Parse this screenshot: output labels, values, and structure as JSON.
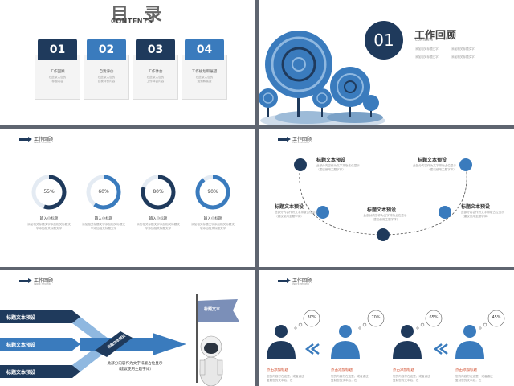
{
  "slide1": {
    "title": "目 录",
    "subtitle": "CONTENTS",
    "items": [
      {
        "num": "01",
        "label": "工作回顾",
        "desc": "在此录入您的\n标题内容",
        "color": "#1f3a5c"
      },
      {
        "num": "02",
        "label": "自我评价",
        "desc": "在此录入您的\n自我评价内容",
        "color": "#3a7bbd"
      },
      {
        "num": "03",
        "label": "工作体会",
        "desc": "在此录入您的\n工作体会内容",
        "color": "#1f3a5c"
      },
      {
        "num": "04",
        "label": "工作规划和展望",
        "desc": "在此录入您的\n规划和展望",
        "color": "#3a7bbd"
      }
    ]
  },
  "slide2": {
    "num": "01",
    "title": "工作回顾",
    "subtitle": "CONTENTS",
    "desc_left": [
      "添加相关标题文字",
      "添加相关标题文字"
    ],
    "desc_right": [
      "添加相关标题文字",
      "添加相关标题文字"
    ]
  },
  "slide3": {
    "header_title": "工作回顾",
    "header_sub": "Work review",
    "rings": [
      {
        "pct": "55%",
        "value": 55,
        "label": "输入小标题",
        "desc": "添加相关标题文字添加相关标题文字添加相关标题文字"
      },
      {
        "pct": "60%",
        "value": 60,
        "label": "输入小标题",
        "desc": "添加相关标题文字添加相关标题文字添加相关标题文字"
      },
      {
        "pct": "80%",
        "value": 80,
        "label": "输入小标题",
        "desc": "添加相关标题文字添加相关标题文字添加相关标题文字"
      },
      {
        "pct": "90%",
        "value": 90,
        "label": "输入小标题",
        "desc": "添加相关标题文字添加相关标题文字添加相关标题文字"
      }
    ]
  },
  "slide4": {
    "header_title": "工作回顾",
    "header_sub": "Work review",
    "points": [
      {
        "head": "标题文本预设",
        "desc": "此部分内容作为文字排版占位显示\n（建议使用主题字体）"
      },
      {
        "head": "标题文本预设",
        "desc": "此部分内容作为文字排版占位显示\n（建议使用主题字体）"
      },
      {
        "head": "标题文本预设",
        "desc": "此部分内容作为文字排版占位显示\n（建议使用主题字体）"
      },
      {
        "head": "标题文本预设",
        "desc": "此部分内容作为文字排版占位显示\n（建议使用主题字体）"
      },
      {
        "head": "标题文本预设",
        "desc": "此部分内容作为文字排版占位显示\n（建议使用主题字体）"
      }
    ]
  },
  "slide5": {
    "header_title": "工作回顾",
    "header_sub": "Work review",
    "arrow_labels": [
      "标题文本预设",
      "标题文本预设",
      "标题文本预设"
    ],
    "diag_label": "标题文本预设",
    "flag_text": "标题文本",
    "center_text": "此部分内容作为文字排版占位显示\n（建议使用主题字体）"
  },
  "slide6": {
    "header_title": "工作回顾",
    "header_sub": "Work review",
    "people": [
      {
        "pct": "30%",
        "label": "点击添加标题",
        "desc": "您的内容打在这里，或者通过复制您的文本后，在"
      },
      {
        "pct": "70%",
        "label": "点击添加标题",
        "desc": "您的内容打在这里，或者通过复制您的文本后，在"
      },
      {
        "pct": "65%",
        "label": "点击添加标题",
        "desc": "您的内容打在这里，或者通过复制您的文本后，在"
      },
      {
        "pct": "45%",
        "label": "点击添加标题",
        "desc": "您的内容打在这里，或者通过复制您的文本后，在"
      }
    ]
  },
  "colors": {
    "navy": "#1f3a5c",
    "blue": "#3a7bbd",
    "accent": "#d04a2a"
  }
}
